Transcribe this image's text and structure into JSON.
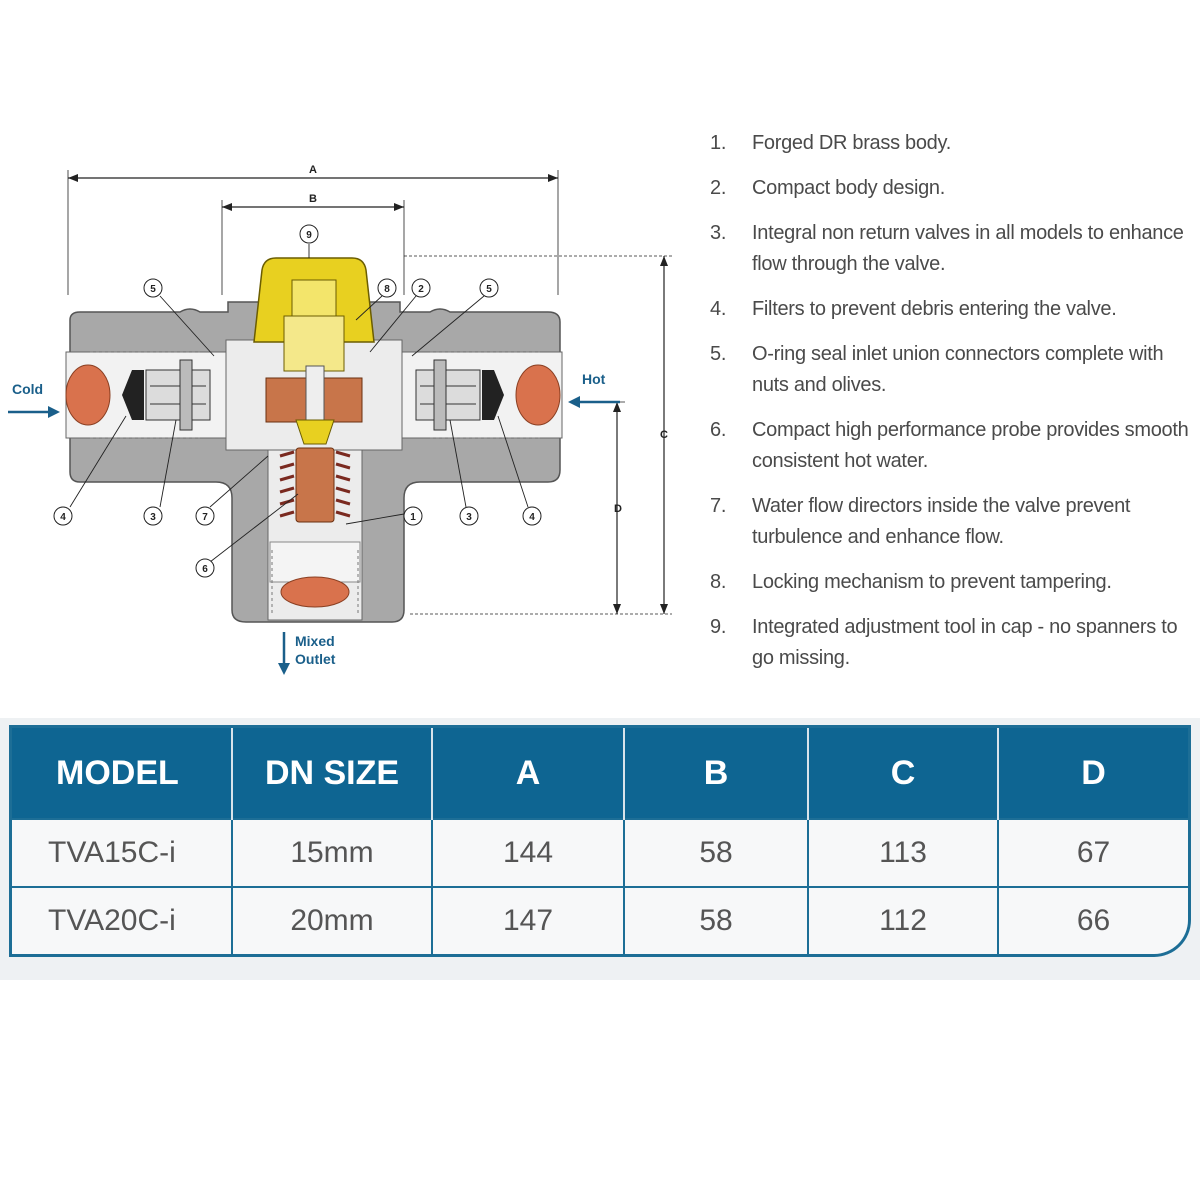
{
  "diagram": {
    "inlet_cold": "Cold",
    "inlet_hot": "Hot",
    "outlet_line1": "Mixed",
    "outlet_line2": "Outlet",
    "dimensions": [
      "A",
      "B",
      "C",
      "D"
    ],
    "callouts": [
      "9",
      "8",
      "2",
      "5",
      "5",
      "4",
      "3",
      "7",
      "1",
      "3",
      "4",
      "6"
    ],
    "colors": {
      "body": "#a9a9a9",
      "cap": "#e8d020",
      "copper": "#c8754a",
      "flow_arrow": "#1a5f8a"
    }
  },
  "features": [
    {
      "num": "1.",
      "text": "Forged DR brass body."
    },
    {
      "num": "2.",
      "text": "Compact body design."
    },
    {
      "num": "3.",
      "text": "Integral non return valves in all models to enhance flow through the valve."
    },
    {
      "num": "4.",
      "text": "Filters to prevent debris entering the valve."
    },
    {
      "num": "5.",
      "text": "O-ring seal inlet union connectors complete with nuts and olives."
    },
    {
      "num": "6.",
      "text": "Compact high performance probe provides smooth consistent hot water."
    },
    {
      "num": "7.",
      "text": "Water flow directors inside the valve prevent turbulence and enhance flow."
    },
    {
      "num": "8.",
      "text": "Locking mechanism to prevent tampering."
    },
    {
      "num": "9.",
      "text": "Integrated adjustment tool in cap - no spanners to go missing."
    }
  ],
  "table": {
    "headers": [
      "MODEL",
      "DN SIZE",
      "A",
      "B",
      "C",
      "D"
    ],
    "rows": [
      [
        "TVA15C-i",
        "15mm",
        "144",
        "58",
        "113",
        "67"
      ],
      [
        "TVA20C-i",
        "20mm",
        "147",
        "58",
        "112",
        "66"
      ]
    ],
    "colors": {
      "header_bg": "#0e6592",
      "border": "#1d6e96"
    }
  }
}
